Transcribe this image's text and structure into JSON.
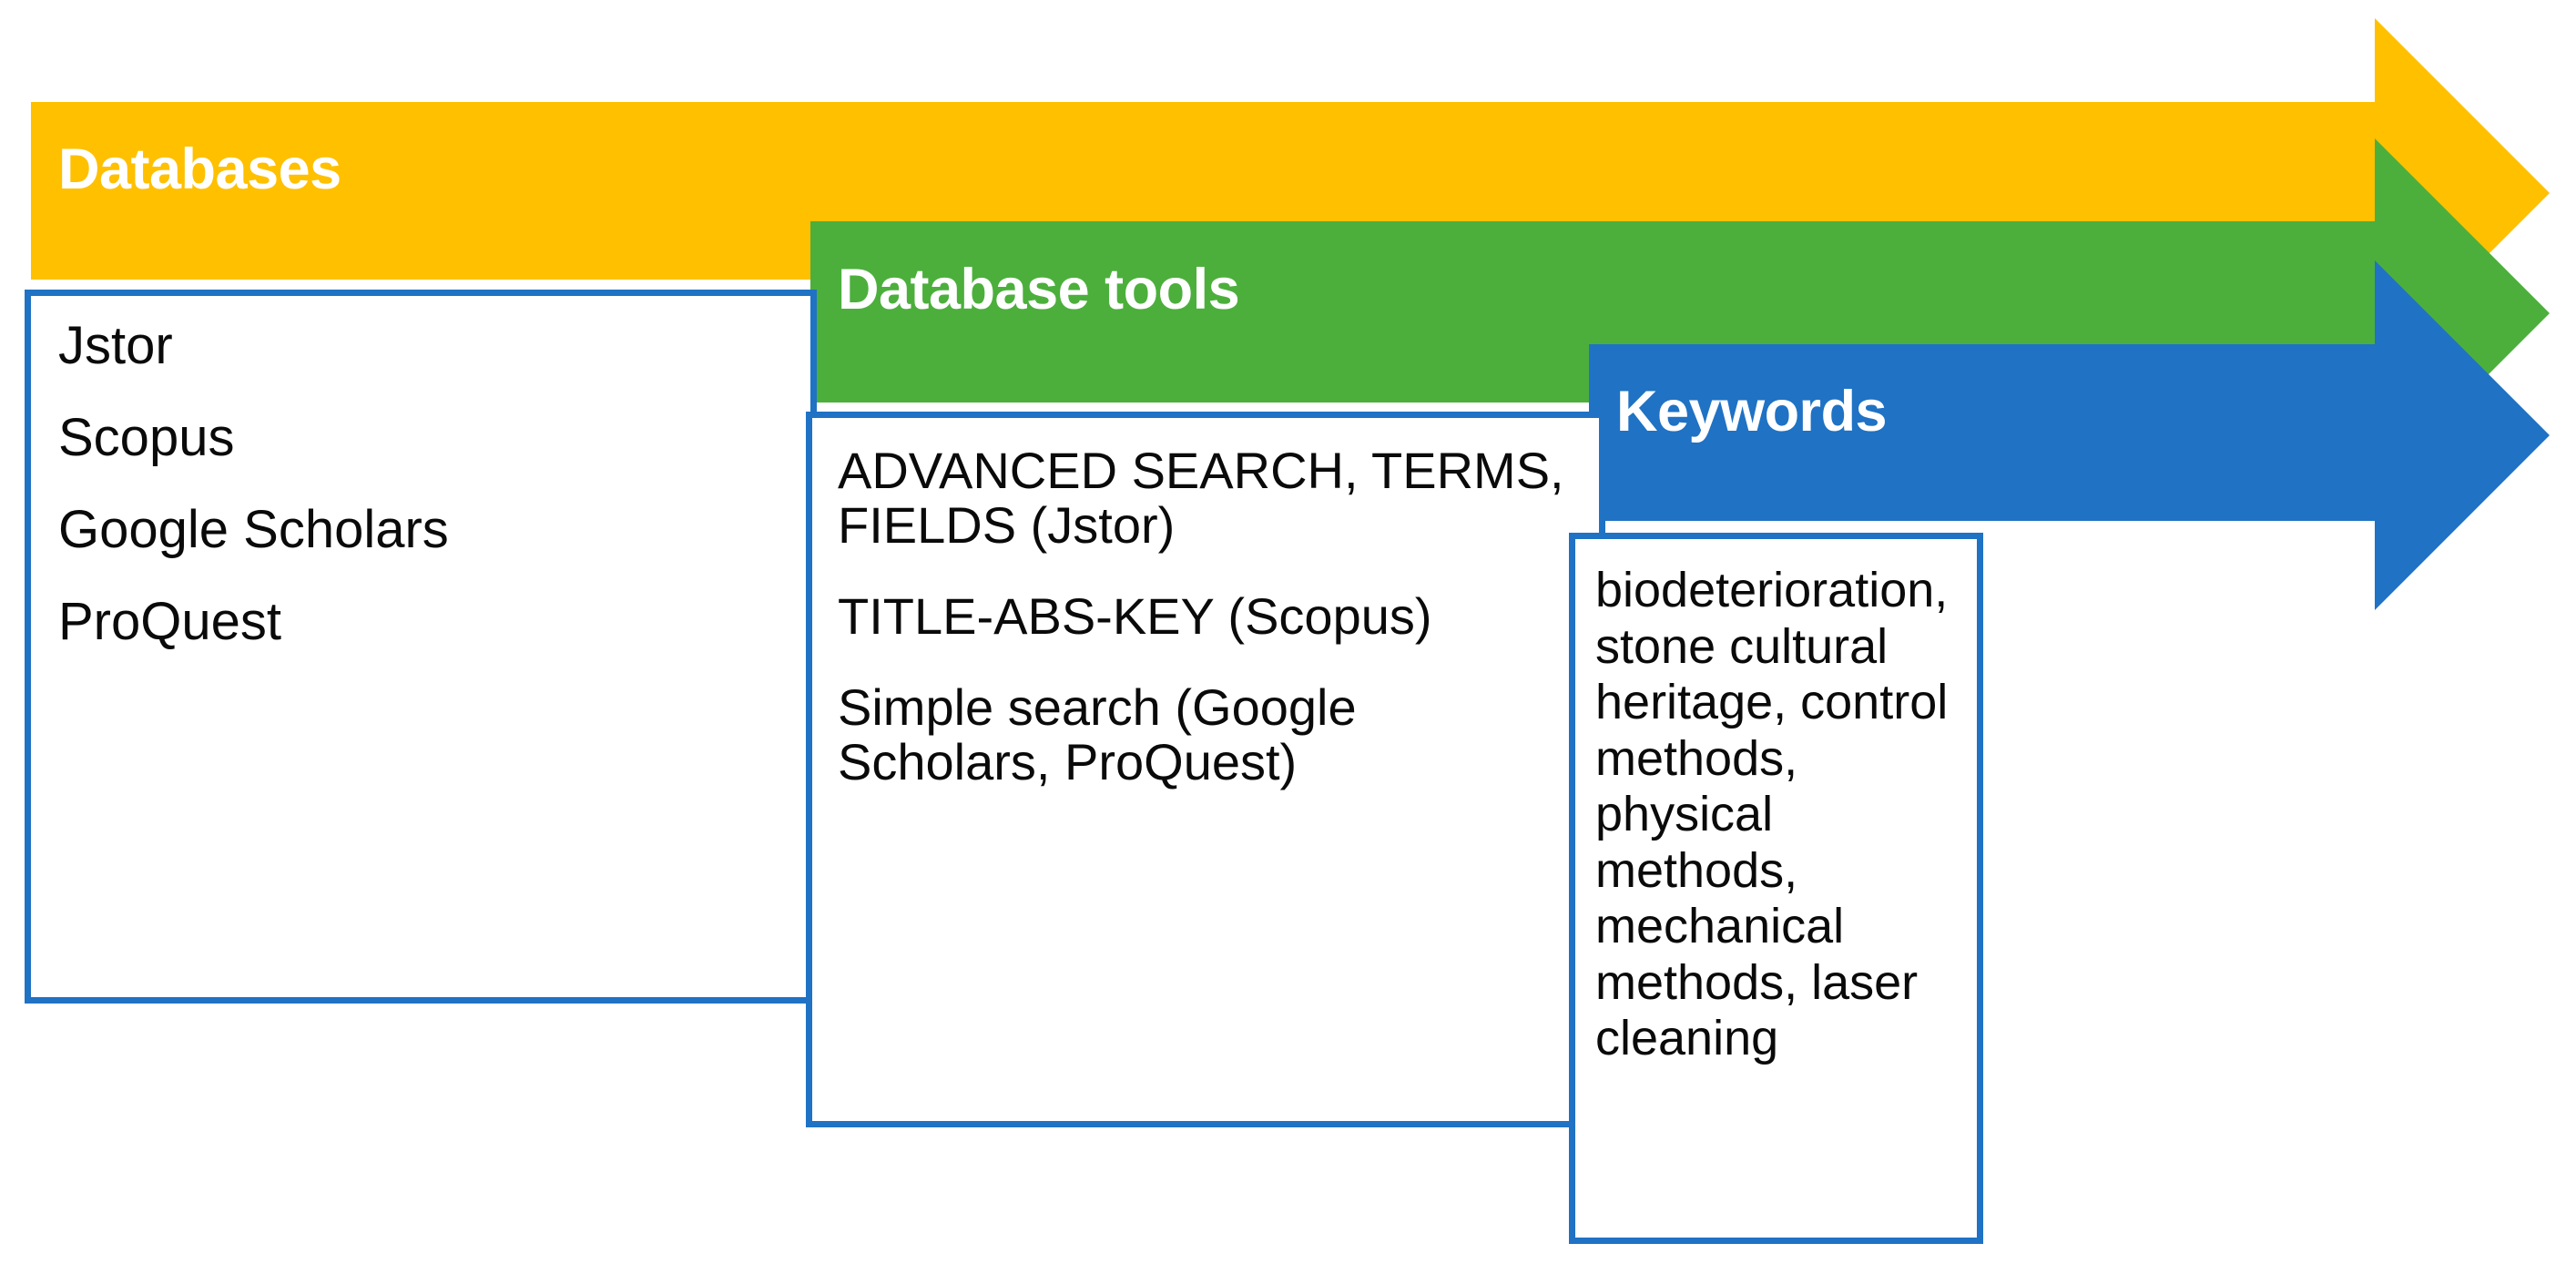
{
  "diagram": {
    "title_role": "process-flow-arrows",
    "colors": {
      "stage1": "#FFC000",
      "stage2": "#4CAF3C",
      "stage3": "#1F72C4",
      "box_border": "#1F72C4",
      "box_fill": "#FFFFFF",
      "title_text": "#FFFFFF",
      "body_text": "#000000",
      "background": "#FFFFFF"
    },
    "stages": [
      {
        "id": "databases",
        "header": "Databases",
        "header_color": "#FFC000",
        "items": [
          "Jstor",
          "Scopus",
          "Google Scholars",
          "ProQuest"
        ]
      },
      {
        "id": "database-tools",
        "header": "Database tools",
        "header_color": "#4CAF3C",
        "items": [
          "ADVANCED SEARCH, TERMS, FIELDS (Jstor)",
          "TITLE-ABS-KEY (Scopus)",
          "Simple search  (Google Scholars, ProQuest)"
        ]
      },
      {
        "id": "keywords",
        "header": "Keywords",
        "header_color": "#1F72C4",
        "items": [
          "biodeterioration, stone cultural heritage, control methods, physical methods, mechanical methods, laser cleaning"
        ]
      }
    ]
  }
}
